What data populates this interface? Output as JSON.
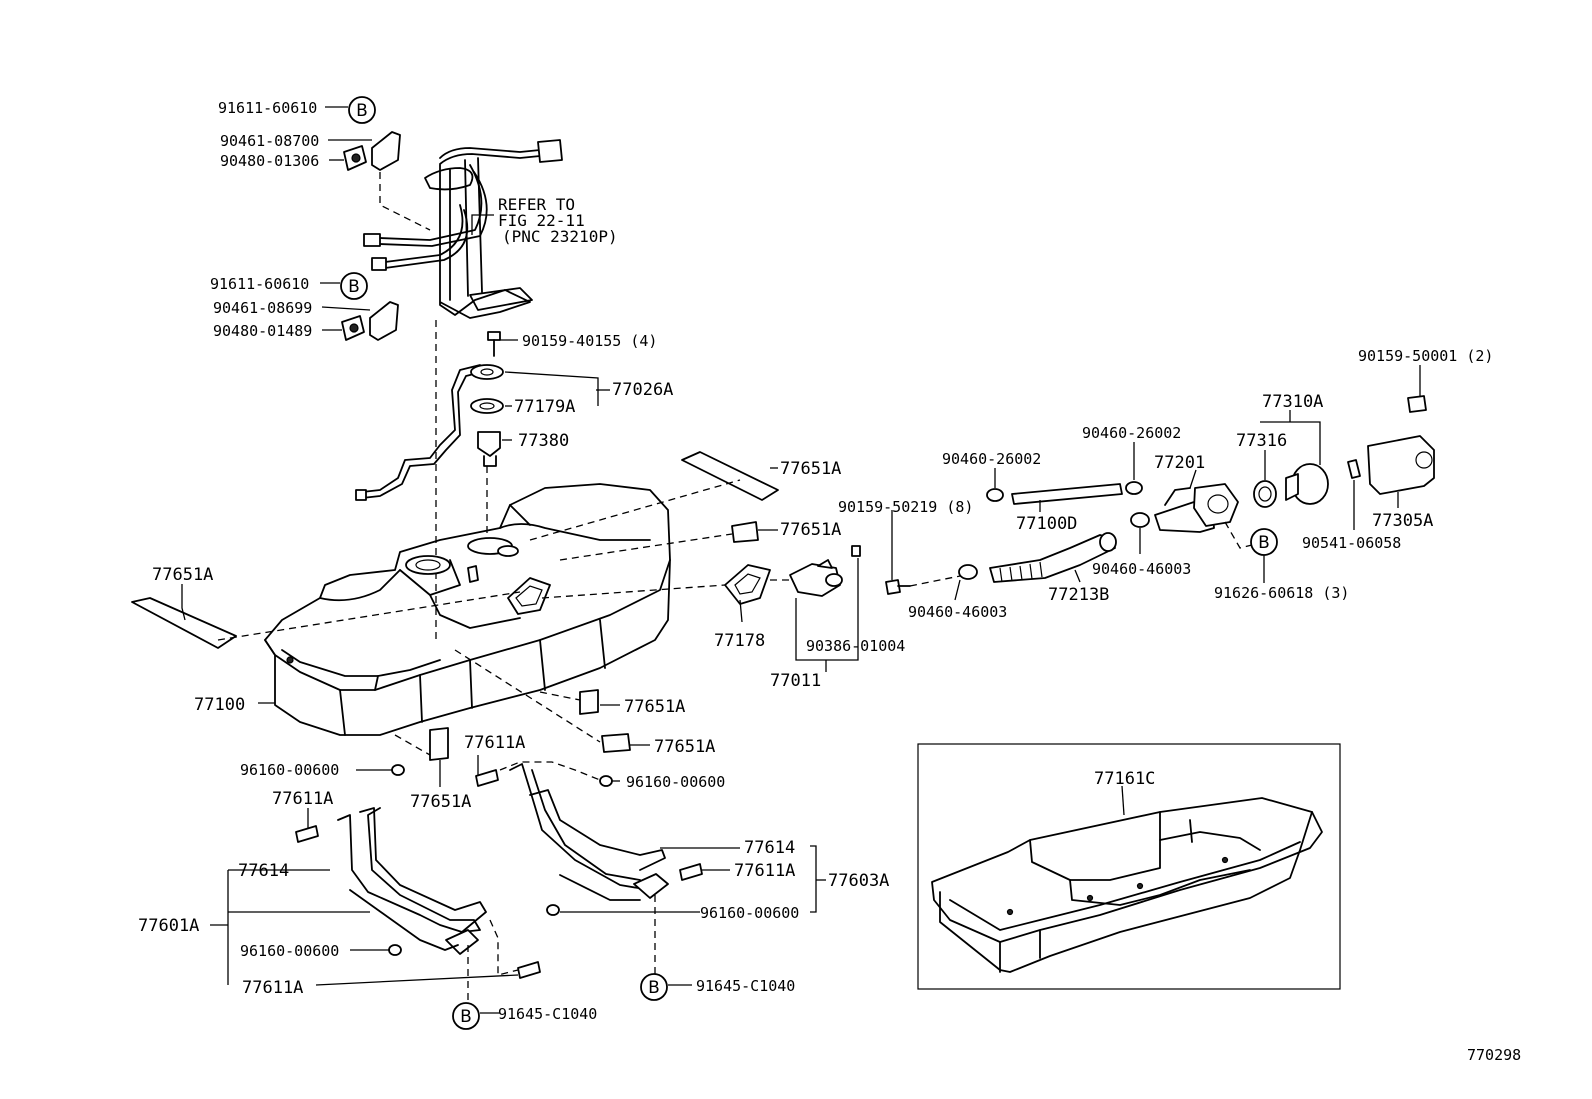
{
  "labels": {
    "l_91611_60610_top": "91611-60610",
    "l_90461_08700": "90461-08700",
    "l_90480_01306": "90480-01306",
    "l_refer1": "REFER TO",
    "l_refer2": "FIG 22-11",
    "l_refer3": "(PNC 23210P)",
    "l_91611_60610_mid": "91611-60610",
    "l_90461_08699": "90461-08699",
    "l_90480_01489": "90480-01489",
    "l_90159_40155": "90159-40155 (4)",
    "l_77026A": "77026A",
    "l_77179A": "77179A",
    "l_77380": "77380",
    "l_77651A_1": "77651A",
    "l_77651A_2": "77651A",
    "l_77651A_3": "77651A",
    "l_77651A_4": "77651A",
    "l_77651A_5": "77651A",
    "l_77651A_6": "77651A",
    "l_77100": "77100",
    "l_90159_50001": "90159-50001 (2)",
    "l_77310A": "77310A",
    "l_77316": "77316",
    "l_77305A": "77305A",
    "l_90541_06058": "90541-06058",
    "l_90460_26002_a": "90460-26002",
    "l_90460_26002_b": "90460-26002",
    "l_77201": "77201",
    "l_77100D": "77100D",
    "l_90159_50219": "90159-50219 (8)",
    "l_90460_46003_a": "90460-46003",
    "l_90460_46003_b": "90460-46003",
    "l_77213B": "77213B",
    "l_91626_60618": "91626-60618 (3)",
    "l_77178": "77178",
    "l_90386_01004": "90386-01004",
    "l_77011": "77011",
    "l_77611A_1": "77611A",
    "l_77611A_2": "77611A",
    "l_77611A_3": "77611A",
    "l_77611A_4": "77611A",
    "l_96160_00600_a": "96160-00600",
    "l_96160_00600_b": "96160-00600",
    "l_96160_00600_c": "96160-00600",
    "l_96160_00600_d": "96160-00600",
    "l_77614_a": "77614",
    "l_77614_b": "77614",
    "l_77601A": "77601A",
    "l_77603A": "77603A",
    "l_91645_C1040_a": "91645-C1040",
    "l_91645_C1040_b": "91645-C1040",
    "l_77161C": "77161C",
    "l_figure_number": "770298"
  },
  "callout_letter": "B"
}
